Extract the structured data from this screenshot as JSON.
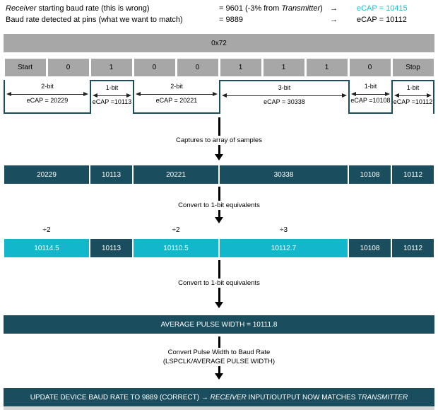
{
  "colors": {
    "gray": "#a7a7a7",
    "dark_teal": "#1a4e5e",
    "cyan": "#12b7cb",
    "cyan_text": "#1cbcd0"
  },
  "header": {
    "rows": [
      {
        "label_italic": "Receiver",
        "label_rest": " starting baud rate (this is wrong)",
        "value_pre": "= 9601 (-3% from ",
        "value_italic": "Transmitter",
        "value_post": ")",
        "arrow": "→",
        "ecap": "eCAP = 10415"
      },
      {
        "label_italic": "",
        "label_rest": "Baud rate detected at pins (what we want to match)",
        "value_pre": "= 9889",
        "value_italic": "",
        "value_post": "",
        "arrow": "→",
        "ecap": "eCAP = 10112"
      }
    ]
  },
  "byte_bar": {
    "label": "0x72"
  },
  "bit_row": {
    "cells": [
      "Start",
      "0",
      "1",
      "0",
      "0",
      "1",
      "1",
      "1",
      "0",
      "Stop"
    ]
  },
  "waveform": {
    "segments": [
      {
        "bits": 2,
        "level": "low",
        "duration_label": "2-bit",
        "ecap_label": "eCAP = 20229"
      },
      {
        "bits": 1,
        "level": "high",
        "duration_label": "1-bit",
        "ecap_label": "eCAP =10113"
      },
      {
        "bits": 2,
        "level": "low",
        "duration_label": "2-bit",
        "ecap_label": "eCAP = 20221"
      },
      {
        "bits": 3,
        "level": "high",
        "duration_label": "3-bit",
        "ecap_label": "eCAP = 30338"
      },
      {
        "bits": 1,
        "level": "low",
        "duration_label": "1-bit",
        "ecap_label": "eCAP =10108"
      },
      {
        "bits": 1,
        "level": "high",
        "duration_label": "1-bit",
        "ecap_label": "eCAP =10112"
      }
    ]
  },
  "flow": {
    "capture": {
      "line1": "Captures to array of samples"
    },
    "convert1": {
      "line1": "Convert to 1-bit equivalents"
    },
    "convert2": {
      "line1": "Convert to 1-bit equivalents"
    },
    "baud": {
      "line1": "Convert Pulse Width to Baud Rate",
      "line2": "(LSPCLK/AVERAGE PULSE WIDTH)"
    }
  },
  "samples_row": {
    "cells": [
      {
        "value": "20229",
        "bits": 2,
        "variant": "dark"
      },
      {
        "value": "10113",
        "bits": 1,
        "variant": "dark"
      },
      {
        "value": "20221",
        "bits": 2,
        "variant": "dark"
      },
      {
        "value": "30338",
        "bits": 3,
        "variant": "dark"
      },
      {
        "value": "10108",
        "bits": 1,
        "variant": "dark"
      },
      {
        "value": "10112",
        "bits": 1,
        "variant": "dark"
      }
    ]
  },
  "divisor_labels": [
    {
      "segment_index": 0,
      "label": "÷2"
    },
    {
      "segment_index": 2,
      "label": "÷2"
    },
    {
      "segment_index": 3,
      "label": "÷3"
    }
  ],
  "equivalents_row": {
    "cells": [
      {
        "value": "10114.5",
        "bits": 2,
        "variant": "cyan"
      },
      {
        "value": "10113",
        "bits": 1,
        "variant": "dark"
      },
      {
        "value": "10110.5",
        "bits": 2,
        "variant": "cyan"
      },
      {
        "value": "10112.7",
        "bits": 3,
        "variant": "cyan"
      },
      {
        "value": "10108",
        "bits": 1,
        "variant": "dark"
      },
      {
        "value": "10112",
        "bits": 1,
        "variant": "dark"
      }
    ]
  },
  "average_bar": {
    "label": "AVERAGE PULSE WIDTH = 10111.8"
  },
  "final_bar": {
    "pre": "UPDATE DEVICE BAUD RATE TO 9889 (CORRECT) → ",
    "italic1": "RECEIVER",
    "mid": " INPUT/OUTPUT NOW MATCHES ",
    "italic2": "TRANSMITTER"
  }
}
